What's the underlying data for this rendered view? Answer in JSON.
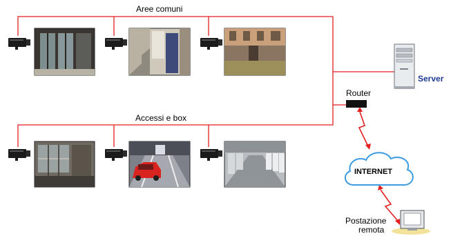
{
  "groups": {
    "common_areas_label": "Aree comuni",
    "access_label": "Accessi e box"
  },
  "network": {
    "router_label": "Router",
    "internet_label": "INTERNET",
    "server_label": "Server",
    "remote_label_line1": "Postazione",
    "remote_label_line2": "remota"
  },
  "colors": {
    "cable": "#e41e1e",
    "server_label": "#1f3b96",
    "cloud_stroke": "#3a9be0",
    "bolt": "#e41e1e",
    "workstation_base": "#f3e29a"
  },
  "icons": [
    "camera-icon",
    "server-icon",
    "router-icon",
    "cloud-icon",
    "lightning-icon",
    "workstation-icon"
  ]
}
